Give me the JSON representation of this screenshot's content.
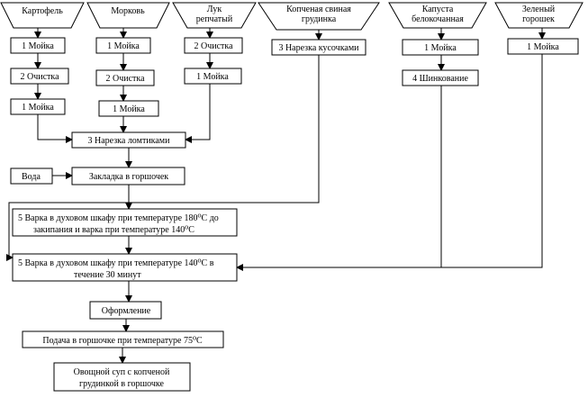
{
  "ingredients": {
    "potato": "Картофель",
    "carrot": "Морковь",
    "onion_l1": "Лук",
    "onion_l2": "репчатый",
    "brisket_l1": "Копченая свиная",
    "brisket_l2": "грудинка",
    "cabbage_l1": "Капуста",
    "cabbage_l2": "белокочанная",
    "peas_l1": "Зеленый",
    "peas_l2": "горошек"
  },
  "steps": {
    "potato_wash1": "1 Мойка",
    "potato_peel": "2 Очистка",
    "potato_wash2": "1 Мойка",
    "carrot_wash1": "1 Мойка",
    "carrot_peel": "2 Очистка",
    "carrot_wash2": "1 Мойка",
    "onion_peel": "2 Очистка",
    "onion_wash": "1 Мойка",
    "brisket_cut": "3 Нарезка кусочками",
    "cabbage_wash": "1 Мойка",
    "cabbage_shred": "4 Шинкование",
    "peas_wash": "1 Мойка",
    "slice": "3 Нарезка ломтиками",
    "water": "Вода",
    "load_pot": "Закладка в горшочек",
    "bake1_l1": "5 Варка в духовом шкафу при температуре 180⁰С до",
    "bake1_l2": "закипания и варка при температуре 140⁰С",
    "bake2_l1": "5 Варка в духовом шкафу при температуре 140⁰С в",
    "bake2_l2": "течение 30 минут",
    "decorate": "Оформление",
    "serve": "Подача в горшочке при температуре 75⁰С",
    "result_l1": "Овощной суп с копченой",
    "result_l2": "грудинкой в горшочке"
  }
}
